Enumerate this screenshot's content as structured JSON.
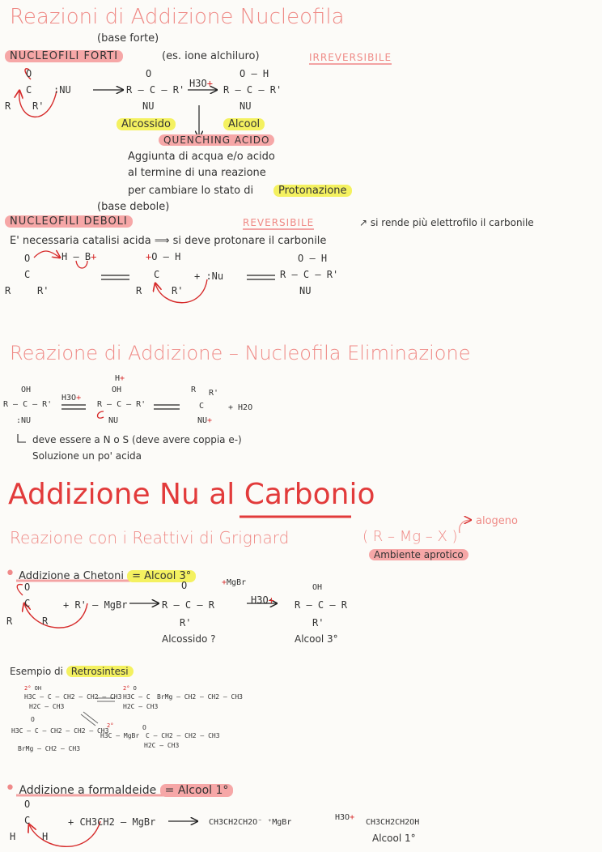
{
  "section1": {
    "title": "Reazioni di Addizione Nucleofila",
    "base_forte_note": "(base forte)",
    "nucleofili_forti": "NUCLEOFILI FORTI",
    "es_note": "(es. ione alchiluro)",
    "irreversibile": "IRREVERSIBILE",
    "eq1": {
      "carbonyl_top": "O",
      "carbonyl_c": "C",
      "r_left": "R",
      "r_right": "R'",
      "nu": ":NU",
      "inter_o": "O",
      "inter_line": "R – C – R'",
      "inter_nu": "NU",
      "h3o": "H3O",
      "prod_oh": "O – H",
      "prod_line": "R – C – R'",
      "prod_nu": "NU"
    },
    "alcossido": "Alcossido",
    "alcool": "Alcool",
    "quenching": "QUENCHING ACIDO",
    "quench_desc": [
      "Aggiunta di acqua e/o acido",
      "al termine di una reazione",
      "per cambiare lo stato di"
    ],
    "protonazione": "Protonazione",
    "base_debole_note": "(base debole)",
    "nucleofili_deboli": "NUCLEOFILI DEBOLI",
    "reversibile": "REVERSIBILE",
    "elettrofilo_note": "si rende più elettrofilo il carbonile",
    "catalisi_line": "E' necessaria catalisi acida ⟹ si deve protonare il carbonile",
    "eq2": {
      "o": "O",
      "hb": "H – B",
      "c": "C",
      "r": "R",
      "rp": "R'",
      "oh": "O – H",
      "nu": "+ :Nu",
      "p_oh": "O – H",
      "p_line": "R – C – R'",
      "p_nu": "NU"
    }
  },
  "section2": {
    "title": "Reazione di Addizione – Nucleofila Eliminazione",
    "eq": {
      "oh": "OH",
      "line1": "R – C – R'",
      "nu": ":NU",
      "h3o": "H3O",
      "hoh": "H",
      "oh2": "OH",
      "line2": "R – C – R'",
      "nu2": "NU",
      "r": "R",
      "rp": "R'",
      "c": "C",
      "nu3": "NU",
      "h2o": "+ H2O"
    },
    "note1": "deve essere a N o S (deve avere coppia e-)",
    "note2": "Soluzione un po' acida"
  },
  "section3": {
    "title_a": "Addizione Nu al",
    "title_b": "Carbonio",
    "grignard_title": "Reazione con i Reattivi di Grignard",
    "grignard_formula": "( R – Mg – X )",
    "alogeno": "alogeno",
    "ambiente": "Ambiente aprotico",
    "chetoni_label": "Addizione a Chetoni",
    "chetoni_result": "= Alcool 3°",
    "eq": {
      "o": "O",
      "c": "C",
      "r": "R",
      "rb": "R",
      "reagent": "+ R' – MgBr",
      "inter_o": "O",
      "mgbr": "MgBr",
      "inter_line": "R – C – R",
      "inter_r": "R'",
      "h3o": "H3O",
      "prod_oh": "OH",
      "prod_line": "R – C – R",
      "prod_r": "R'"
    },
    "alcossido_q": "Alcossido ?",
    "alcool3": "Alcool 3°",
    "esempio": "Esempio di",
    "retrosintesi": "Retrosintesi",
    "retro": {
      "r1_deg": "2°",
      "r1_oh": "OH",
      "r1_line": "H3C – C – CH2 – CH2 – CH3",
      "r1_sub": "H2C – CH3",
      "r2_deg": "2°",
      "r2_o": "O",
      "r2_line": "H3C – C",
      "r2_sub": "H2C – CH3",
      "r2_reag": "BrMg – CH2 – CH2 – CH3",
      "r3_o": "O",
      "r3_line": "H3C – C – CH2 – CH2 – CH3",
      "r3_reag": "BrMg – CH2 – CH3",
      "r4_deg": "2°",
      "r4_reag": "H3C – MgBr",
      "r4_o": "O",
      "r4_line": "C – CH2 – CH2 – CH3",
      "r4_sub": "H2C – CH3"
    },
    "formaldeide_label": "Addizione a formaldeide",
    "formaldeide_result": "= Alcool 1°",
    "feq": {
      "o": "O",
      "c": "C",
      "h": "H",
      "reagent": "CH3CH2 – MgBr",
      "inter": "CH3CH2CH2O⁻ ⁺MgBr",
      "h3o": "H3O",
      "prod": "CH3CH2CH2OH",
      "alcool1": "Alcool 1°"
    }
  }
}
